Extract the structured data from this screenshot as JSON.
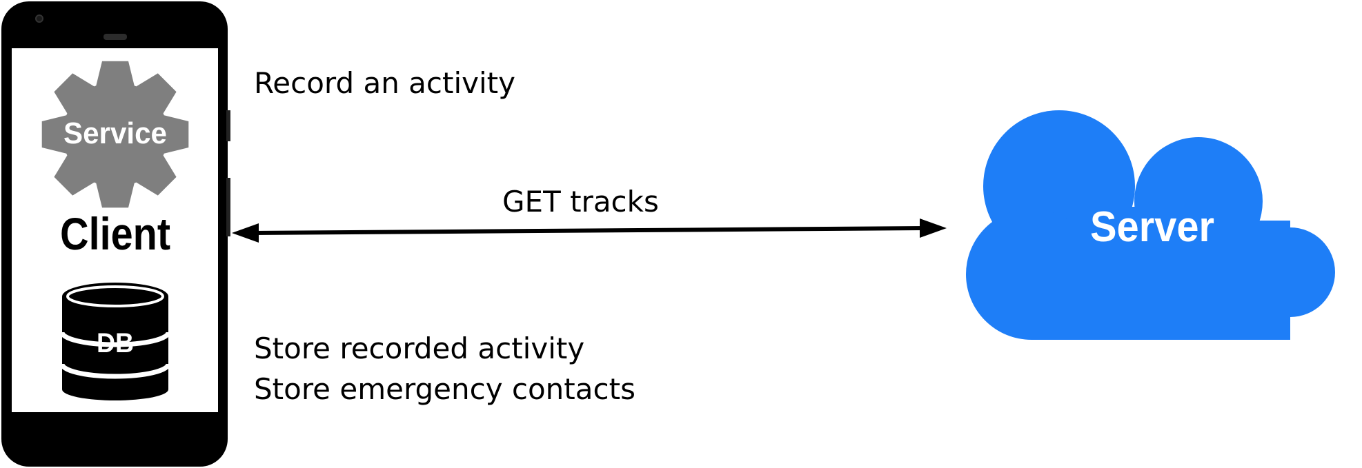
{
  "client": {
    "service_label": "Service",
    "client_label": "Client",
    "db_label": "DB"
  },
  "server": {
    "label": "Server",
    "color": "#1e7ef7"
  },
  "annotations": {
    "record": "Record an activity",
    "connection": "GET tracks",
    "store_line1": "Store recorded activity",
    "store_line2": "Store emergency contacts"
  },
  "colors": {
    "phone_body": "#000000",
    "screen": "#ffffff",
    "gear": "#7f7f7f",
    "arrow": "#000000"
  }
}
